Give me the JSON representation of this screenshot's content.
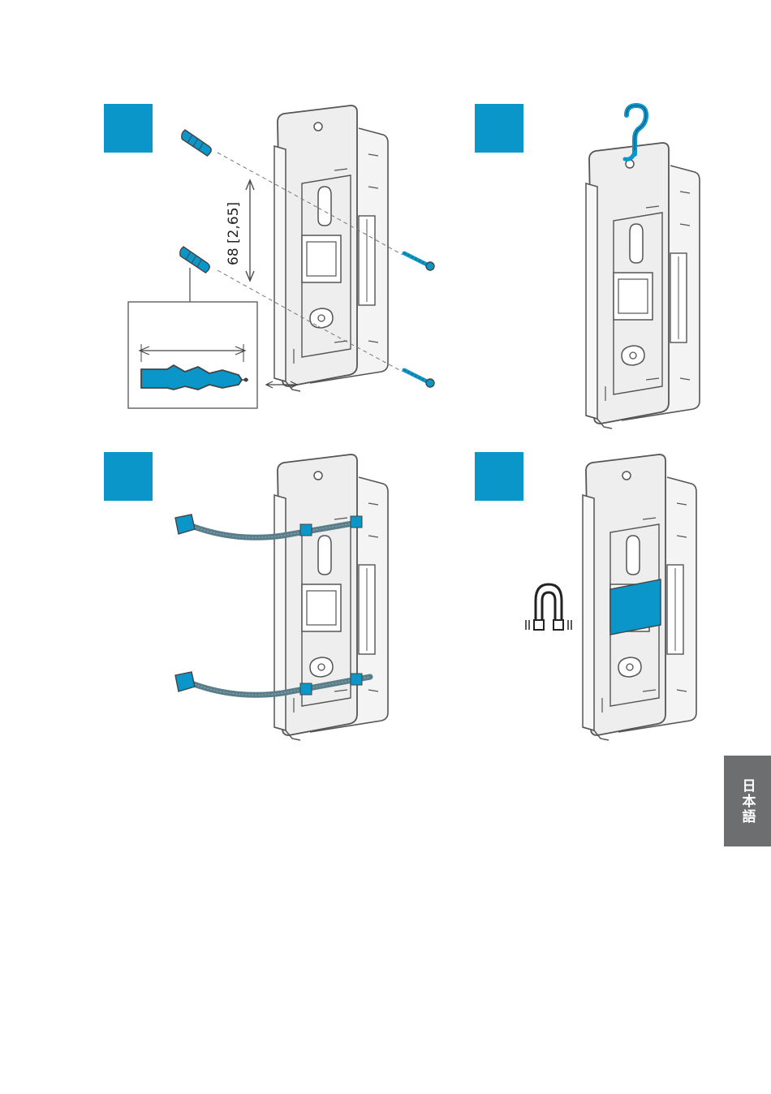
{
  "colors": {
    "accent": "#0a96c8",
    "line": "#555555",
    "plate": "#eeeeee",
    "tab": "#6d6e70"
  },
  "step1": {
    "dimension_label": "68 [2,65]"
  },
  "steps": [
    "step-1",
    "step-2",
    "step-3",
    "step-4"
  ],
  "icons": [
    "wall-plug-icon",
    "screw-icon",
    "hook-icon",
    "cable-tie-icon",
    "magnet-icon",
    "mounting-bracket-icon"
  ],
  "language_tab": {
    "label": "日本語"
  }
}
